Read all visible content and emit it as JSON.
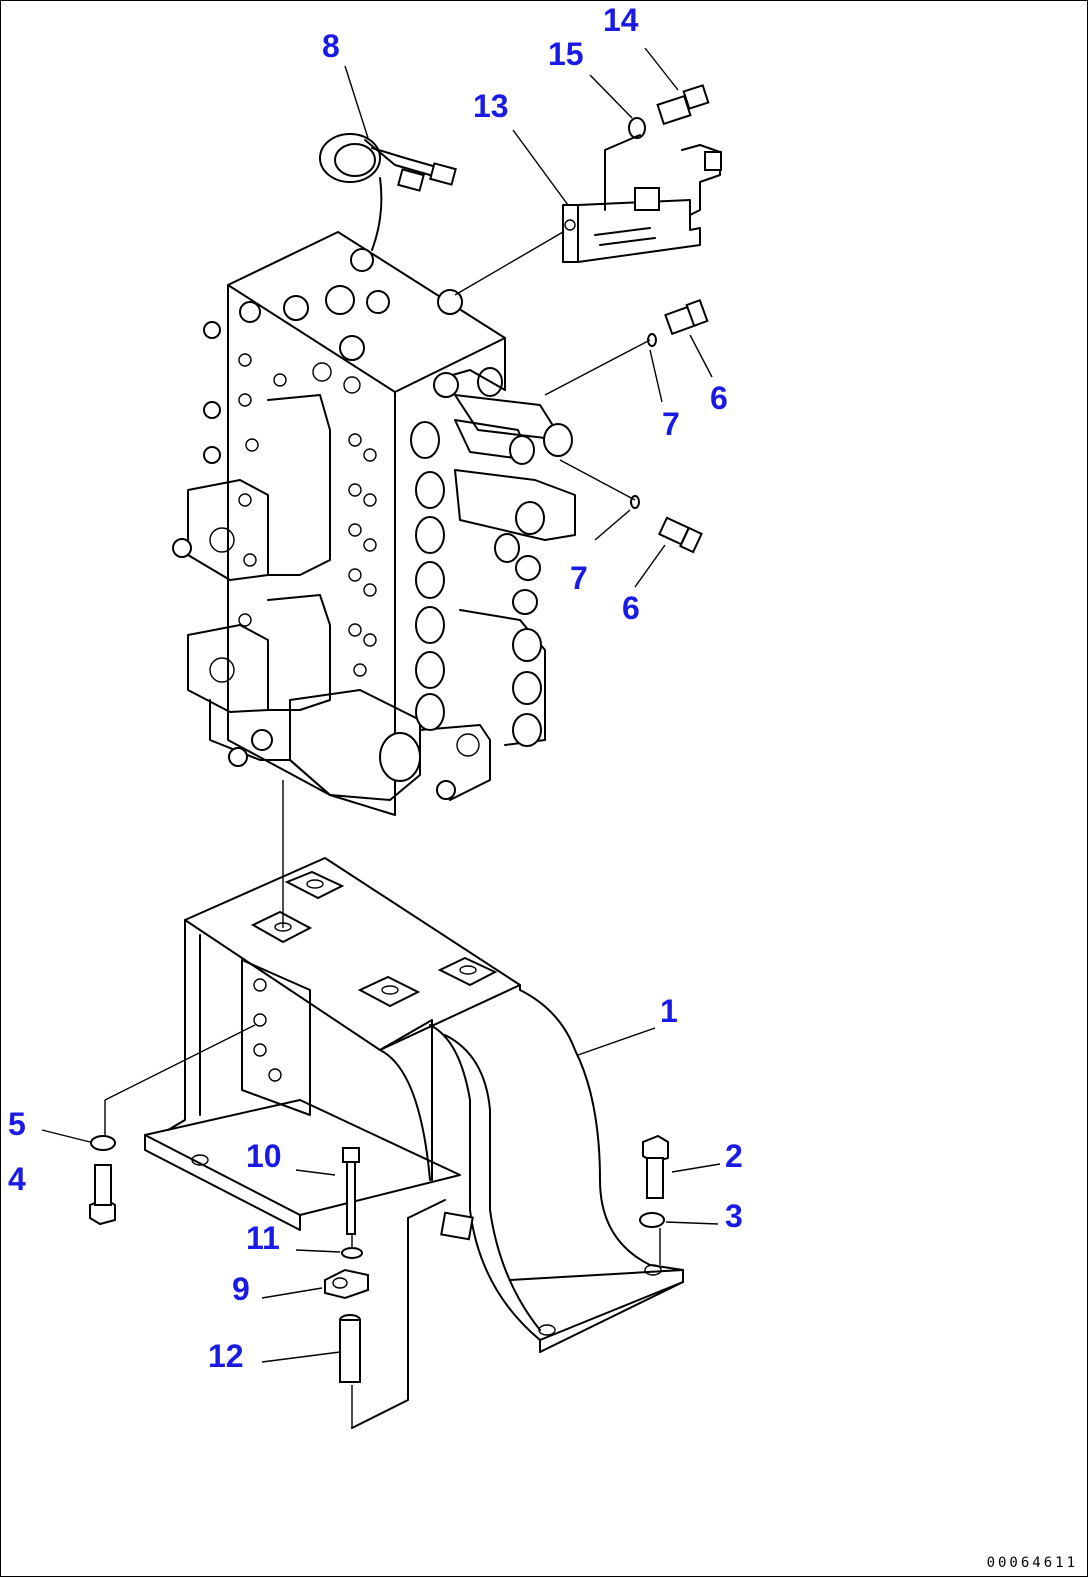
{
  "diagram": {
    "callouts": {
      "p1": "1",
      "p2": "2",
      "p3": "3",
      "p4": "4",
      "p5": "5",
      "p6a": "6",
      "p6b": "6",
      "p7a": "7",
      "p7b": "7",
      "p8": "8",
      "p9": "9",
      "p10": "10",
      "p11": "11",
      "p12": "12",
      "p13": "13",
      "p14": "14",
      "p15": "15"
    },
    "catalog_code": "00064611",
    "callout_color": "#1a1ae6"
  }
}
